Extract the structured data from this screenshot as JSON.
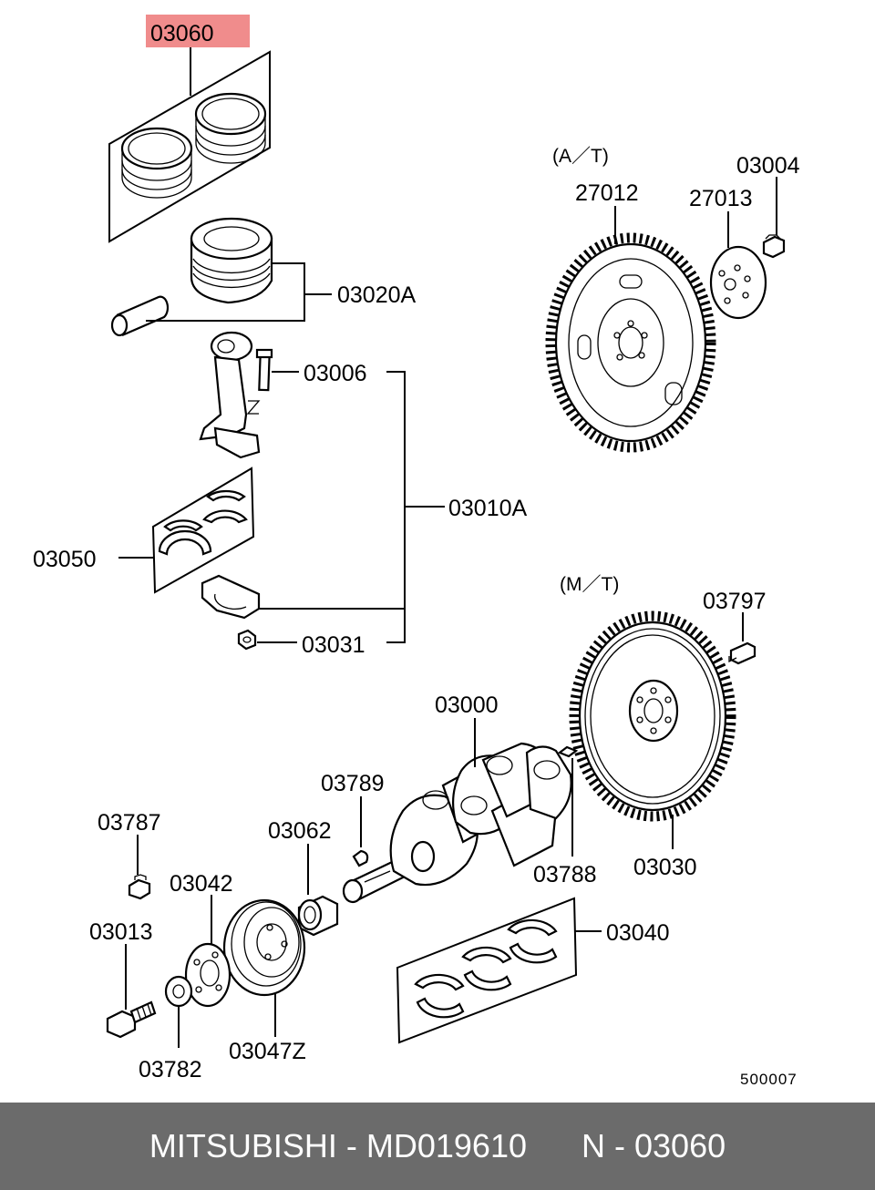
{
  "diagram": {
    "highlight_color": "#f08c8c",
    "labels": {
      "p03060": "03060",
      "p03020A": "03020A",
      "p03006": "03006",
      "p03010A": "03010A",
      "p03050": "03050",
      "p03031": "03031",
      "at": "(A／T)",
      "p27012": "27012",
      "p27013": "27013",
      "p03004": "03004",
      "mt": "(M／T)",
      "p03797": "03797",
      "p03000": "03000",
      "p03789": "03789",
      "p03788": "03788",
      "p03030": "03030",
      "p03787": "03787",
      "p03062": "03062",
      "p03042": "03042",
      "p03013": "03013",
      "p03040": "03040",
      "p03782": "03782",
      "p03047Z": "03047Z",
      "drawing_code": "500007"
    }
  },
  "footer": {
    "brand": "MITSUBISHI",
    "part_number": "MD019610",
    "ref": "N - 03060",
    "background": "#6b6b6b"
  }
}
